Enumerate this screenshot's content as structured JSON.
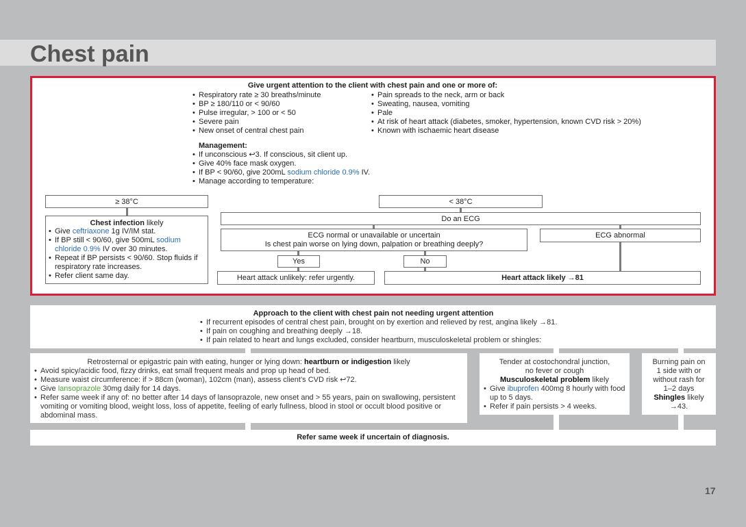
{
  "title": "Chest pain",
  "page_number": "17",
  "urgent": {
    "heading": "Give urgent attention to the client with chest pain and one or more of:",
    "left_items": [
      "Respiratory rate ≥ 30 breaths/minute",
      "BP ≥ 180/110 or < 90/60",
      "Pulse irregular, > 100 or < 50",
      "Severe pain",
      "New onset of central chest pain"
    ],
    "right_items": [
      "Pain spreads to the neck, arm or back",
      "Sweating, nausea, vomiting",
      "Pale",
      "At risk of heart attack (diabetes, smoker, hypertension, known CVD risk > 20%)",
      "Known with ischaemic heart disease"
    ],
    "management_heading": "Management:",
    "management": {
      "m1": "If unconscious ↩3. If conscious, sit client up.",
      "m2": "Give 40% face mask oxygen.",
      "m3_a": "If BP < 90/60, give 200mL ",
      "m3_drug": "sodium chloride 0.9%",
      "m3_b": " IV.",
      "m4": "Manage according to temperature:"
    }
  },
  "temp_high": "≥ 38°C",
  "temp_low": "< 38°C",
  "chest_infection": {
    "heading_bold": "Chest infection",
    "heading_rest": " likely",
    "i1_a": "Give ",
    "i1_drug": "ceftriaxone",
    "i1_b": " 1g IV/IM stat.",
    "i2_a": "If BP still < 90/60, give 500mL ",
    "i2_drug": "sodium chloride 0.9%",
    "i2_b": " IV over 30 minutes.",
    "i3": "Repeat if BP persists < 90/60. Stop fluids if respiratory rate increases.",
    "i4": "Refer client same day."
  },
  "do_ecg": "Do an ECG",
  "ecg_normal_line1": "ECG normal or unavailable or uncertain",
  "ecg_normal_line2": "Is chest pain worse on lying down, palpation or breathing deeply?",
  "ecg_abnormal": "ECG abnormal",
  "yes": "Yes",
  "no": "No",
  "ha_unlikely": "Heart attack unlikely: refer urgently.",
  "ha_likely": "Heart attack likely →81",
  "approach": {
    "heading": "Approach to the client with chest pain not needing urgent attention",
    "items": [
      "If recurrent episodes of central chest pain, brought on by exertion and relieved by rest, angina likely →81.",
      "If pain on coughing and breathing deeply →18.",
      "If pain related to heart and lungs excluded, consider heartburn, musculoskeletal problem or shingles:"
    ]
  },
  "heartburn": {
    "heading_a": "Retrosternal or epigastric pain with eating, hunger or lying down: ",
    "heading_bold": "heartburn or indigestion",
    "heading_b": " likely",
    "i1": "Avoid spicy/acidic food, fizzy drinks, eat small frequent meals and prop up head of bed.",
    "i2": "Measure waist circumference: if > 88cm (woman), 102cm (man), assess client’s CVD risk ↩72.",
    "i3_a": "Give ",
    "i3_drug": "lansoprazole",
    "i3_b": " 30mg daily for 14 days.",
    "i4": "Refer same week if any of: no better after 14 days of lansoprazole, new onset and > 55 years, pain on swallowing, persistent vomiting or vomiting blood, weight loss, loss of appetite, feeling of early fullness, blood in stool or occult blood positive or abdominal mass."
  },
  "musculo": {
    "line1": "Tender at costochondral junction,",
    "line2": "no fever or cough",
    "heading_bold": "Musculoskeletal problem",
    "heading_rest": " likely",
    "i1_a": "Give ",
    "i1_drug": "ibuprofen",
    "i1_b": " 400mg 8 hourly with food up to 5 days.",
    "i2": "Refer if pain persists > 4 weeks."
  },
  "shingles": {
    "l1": "Burning pain on",
    "l2": "1 side with or",
    "l3": "without rash for",
    "l4": "1–2 days",
    "bold": "Shingles",
    "rest": " likely",
    "ref": "→43."
  },
  "refer_footer": "Refer same week if uncertain of diagnosis."
}
